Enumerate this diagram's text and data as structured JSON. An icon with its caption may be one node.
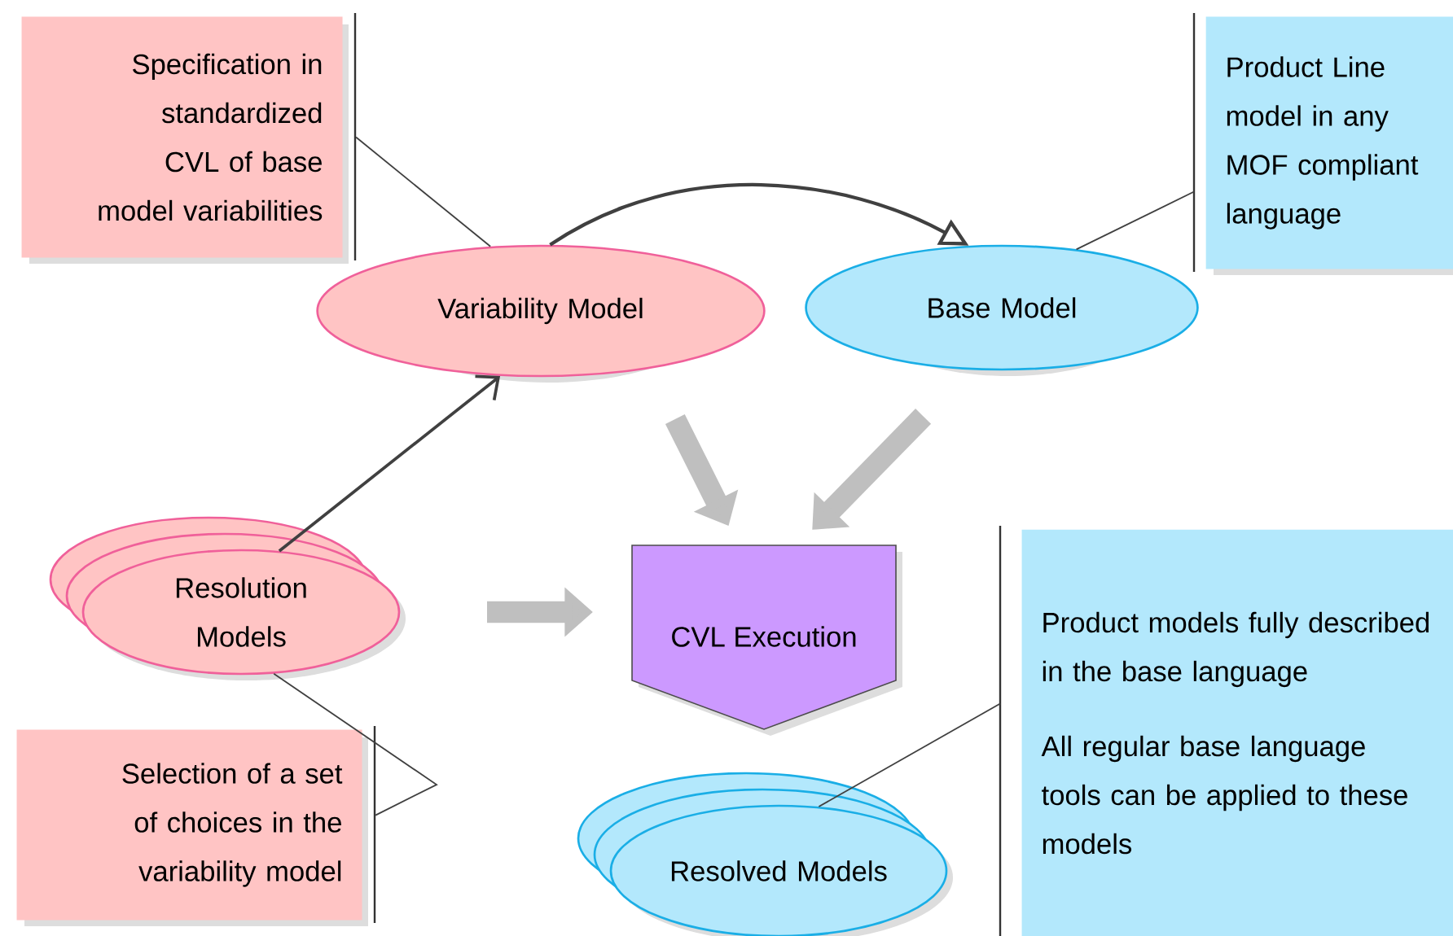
{
  "diagram": {
    "nodes": [
      {
        "text": [
          "Specification in standardized CVL of base model variabilities"
        ]
      },
      {
        "text": [
          "Variability Model"
        ]
      },
      {
        "text": [
          "Base Model"
        ]
      },
      {
        "text": [
          "Product Line model in any MOF compliant language"
        ]
      },
      {
        "text": [
          "Resolution Models"
        ]
      },
      {
        "text": [
          "CVL Execution"
        ]
      },
      {
        "text": [
          "Product models fully described in the base language",
          "All regular base language tools can be applied to these models"
        ]
      },
      {
        "text": [
          "Selection of a set of choices in the variability model"
        ]
      },
      {
        "text": [
          "Resolved Models"
        ]
      }
    ],
    "edges": [
      {
        "from": 0,
        "to": 1,
        "arrow": "none"
      },
      {
        "from": 1,
        "to": 2,
        "arrow": "to"
      },
      {
        "from": 3,
        "to": 2,
        "arrow": "none"
      },
      {
        "from": 4,
        "to": 1,
        "arrow": "to"
      },
      {
        "from": 1,
        "to": 5,
        "arrow": "to",
        "style": "thick",
        "color": "#bfbfbf"
      },
      {
        "from": 2,
        "to": 5,
        "arrow": "to",
        "style": "thick",
        "color": "#bfbfbf"
      },
      {
        "from": 4,
        "to": 5,
        "arrow": "to",
        "style": "thick",
        "color": "#bfbfbf"
      },
      {
        "from": 7,
        "to": 4,
        "arrow": "none"
      },
      {
        "from": 6,
        "to": 8,
        "arrow": "none"
      }
    ]
  }
}
